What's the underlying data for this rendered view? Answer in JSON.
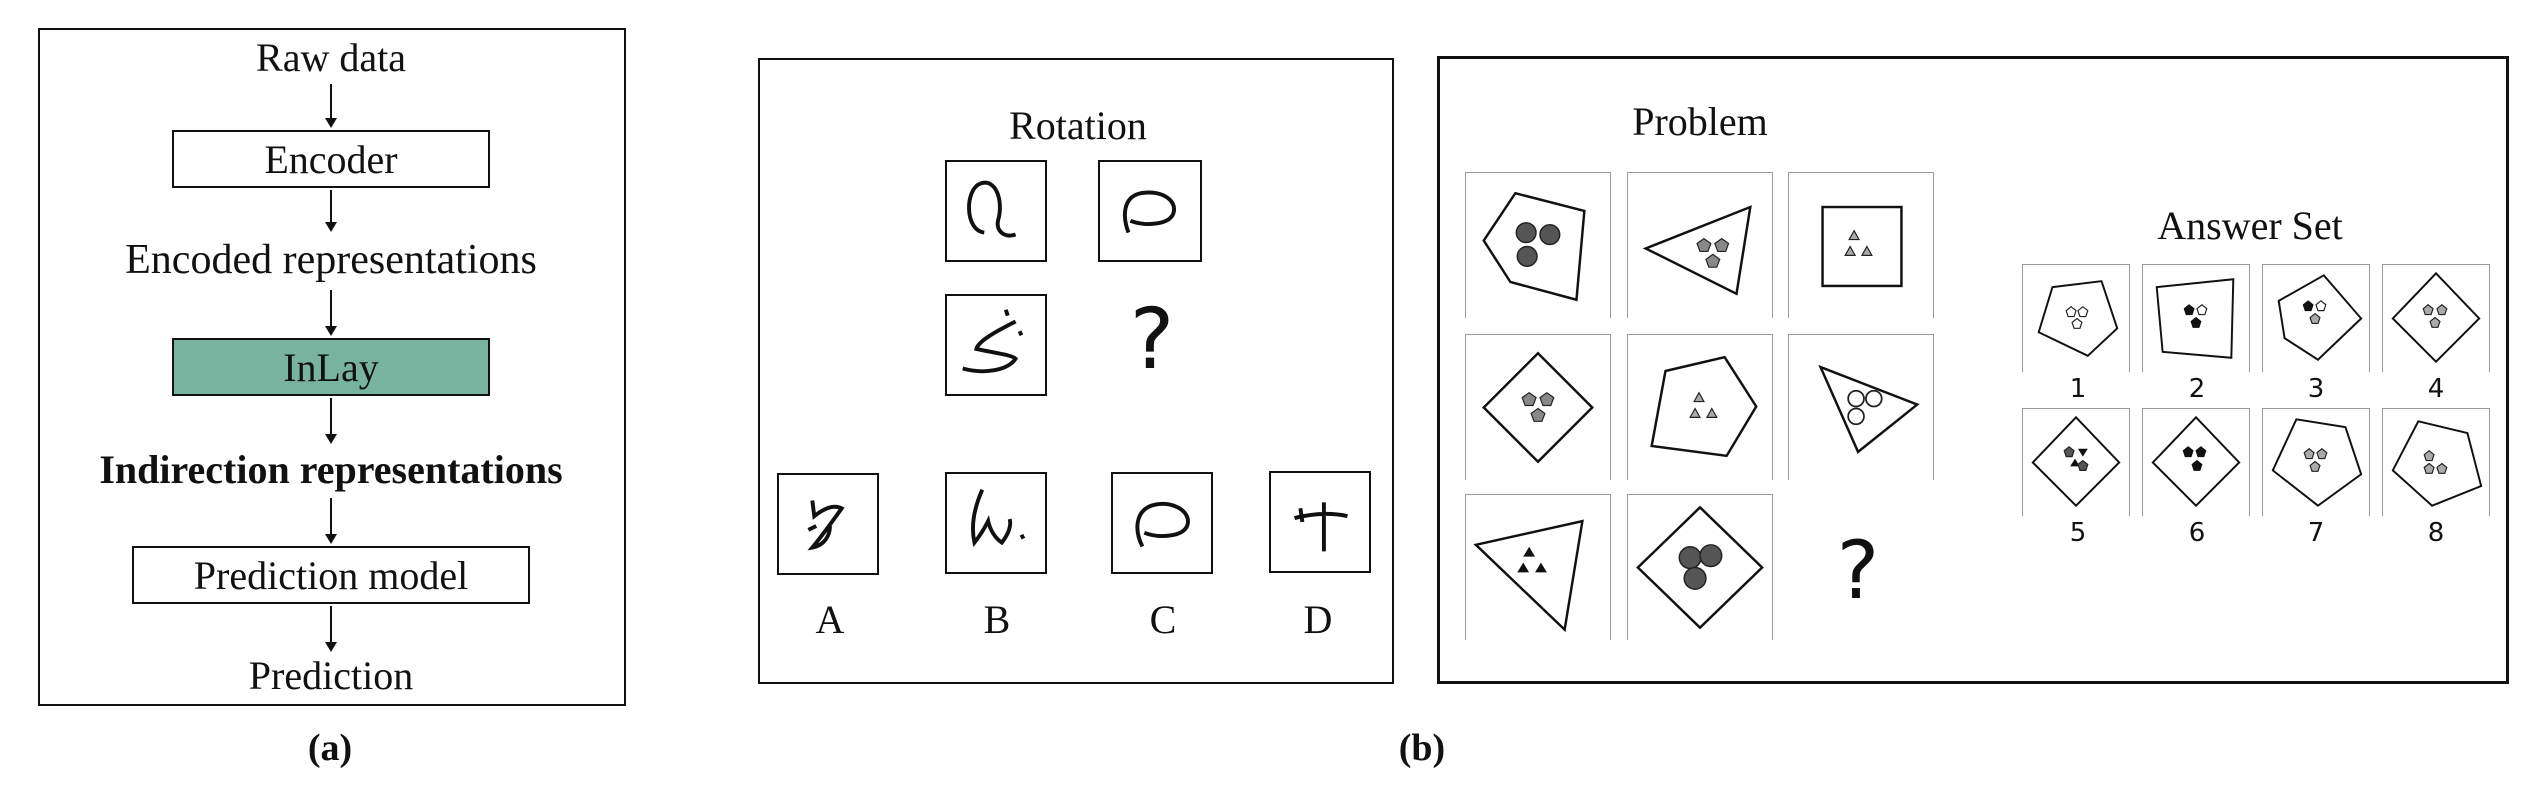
{
  "panel_a": {
    "raw_data": "Raw data",
    "encoder": "Encoder",
    "encoded": "Encoded representations",
    "inlay": "InLay",
    "indirection": "Indirection representations",
    "prediction_model": "Prediction model",
    "prediction": "Prediction",
    "caption": "(a)",
    "inlay_color": "#78b3a0"
  },
  "panel_b": {
    "caption": "(b)",
    "rotation": {
      "title": "Rotation",
      "question_mark": "?",
      "options": [
        "A",
        "B",
        "C",
        "D"
      ]
    },
    "rpm": {
      "problem_title": "Problem",
      "question_mark": "?",
      "answer_title": "Answer Set",
      "answer_numbers": [
        "1",
        "2",
        "3",
        "4",
        "5",
        "6",
        "7",
        "8"
      ]
    }
  }
}
